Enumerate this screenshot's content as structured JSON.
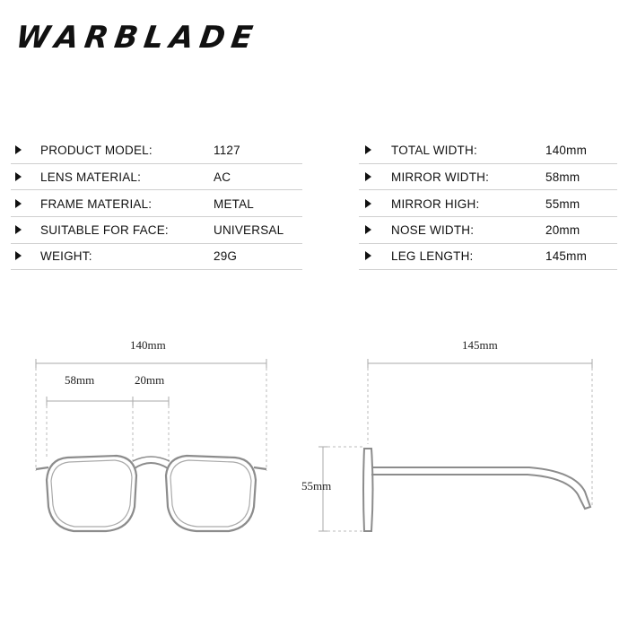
{
  "brand": {
    "name": "WARBLADE"
  },
  "specs": {
    "left": [
      {
        "label": "PRODUCT MODEL:",
        "value": "1127"
      },
      {
        "label": "LENS MATERIAL:",
        "value": "AC"
      },
      {
        "label": "FRAME MATERIAL:",
        "value": "METAL"
      },
      {
        "label": "SUITABLE FOR FACE:",
        "value": "UNIVERSAL"
      },
      {
        "label": "WEIGHT:",
        "value": "29G"
      }
    ],
    "right": [
      {
        "label": "TOTAL WIDTH:",
        "value": "140mm"
      },
      {
        "label": "MIRROR WIDTH:",
        "value": "58mm"
      },
      {
        "label": "MIRROR HIGH:",
        "value": "55mm"
      },
      {
        "label": "NOSE WIDTH:",
        "value": "20mm"
      },
      {
        "label": "LEG LENGTH:",
        "value": "145mm"
      }
    ]
  },
  "diagram": {
    "front": {
      "total_width": "140mm",
      "lens_width": "58mm",
      "bridge_width": "20mm"
    },
    "side": {
      "leg_length": "145mm",
      "lens_height": "55mm"
    }
  },
  "colors": {
    "text": "#111111",
    "line": "#cfcfcf",
    "drawing": "#888888",
    "dash": "#999999"
  }
}
